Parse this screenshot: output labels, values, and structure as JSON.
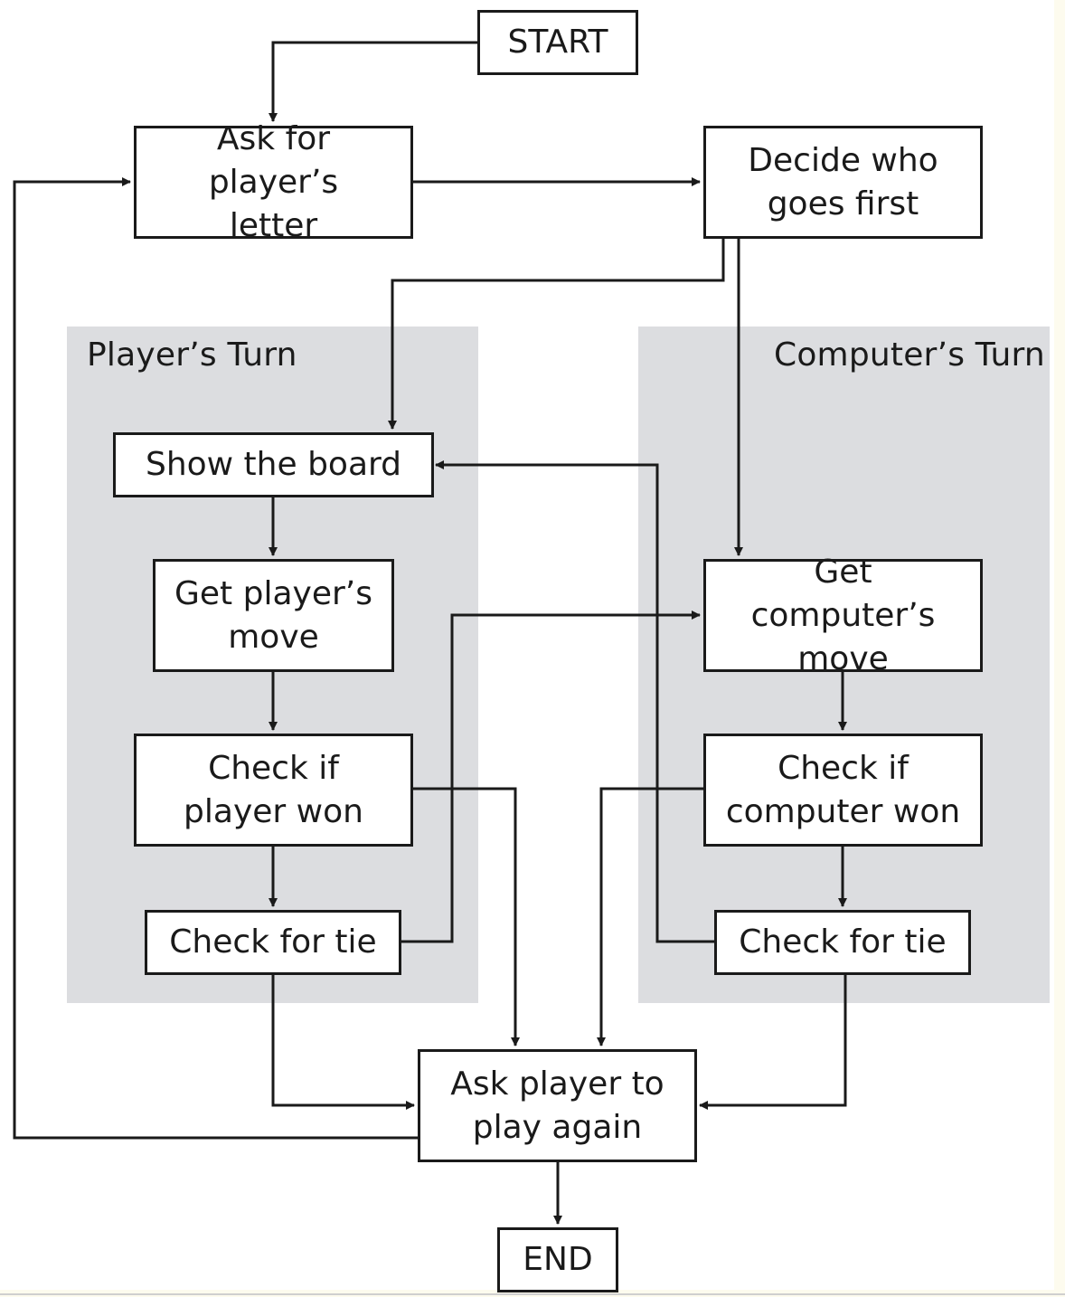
{
  "regions": {
    "player": {
      "label": "Player’s Turn"
    },
    "computer": {
      "label": "Computer’s Turn"
    }
  },
  "nodes": {
    "start": {
      "label": "START"
    },
    "ask_letter": {
      "label": "Ask for player’s letter"
    },
    "decide_first": {
      "label": "Decide who goes first"
    },
    "show_board": {
      "label": "Show the board"
    },
    "get_player_move": {
      "label": "Get player’s move"
    },
    "check_player_won": {
      "label": "Check if player won"
    },
    "check_tie_player": {
      "label": "Check for tie"
    },
    "get_computer_move": {
      "label": "Get computer’s move"
    },
    "check_computer_won": {
      "label": "Check if computer won"
    },
    "check_tie_computer": {
      "label": "Check for tie"
    },
    "ask_play_again": {
      "label": "Ask player to play again"
    },
    "end": {
      "label": "END"
    }
  },
  "colors": {
    "stroke": "#1a1a1a",
    "region_fill": "#dcdde0",
    "box_fill": "#ffffff"
  }
}
